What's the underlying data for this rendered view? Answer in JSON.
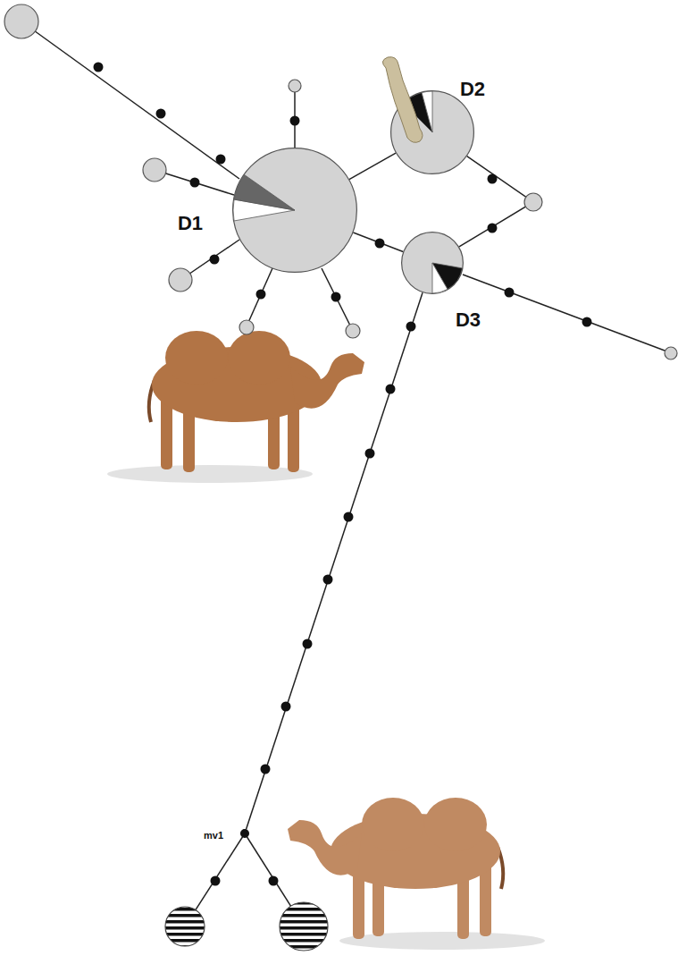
{
  "diagram": {
    "nodes": [
      {
        "text": [
          "D1"
        ]
      },
      {
        "text": [
          "D2"
        ]
      },
      {
        "text": [
          "D3"
        ]
      },
      {
        "text": [
          "mv1"
        ]
      }
    ],
    "edges": [
      {
        "from": 0,
        "to": 1,
        "arrow": "none"
      },
      {
        "from": 0,
        "to": 2,
        "arrow": "none"
      },
      {
        "from": 2,
        "to": 3,
        "arrow": "none"
      },
      {
        "from": 1,
        "to": 2,
        "arrow": "none"
      }
    ]
  }
}
